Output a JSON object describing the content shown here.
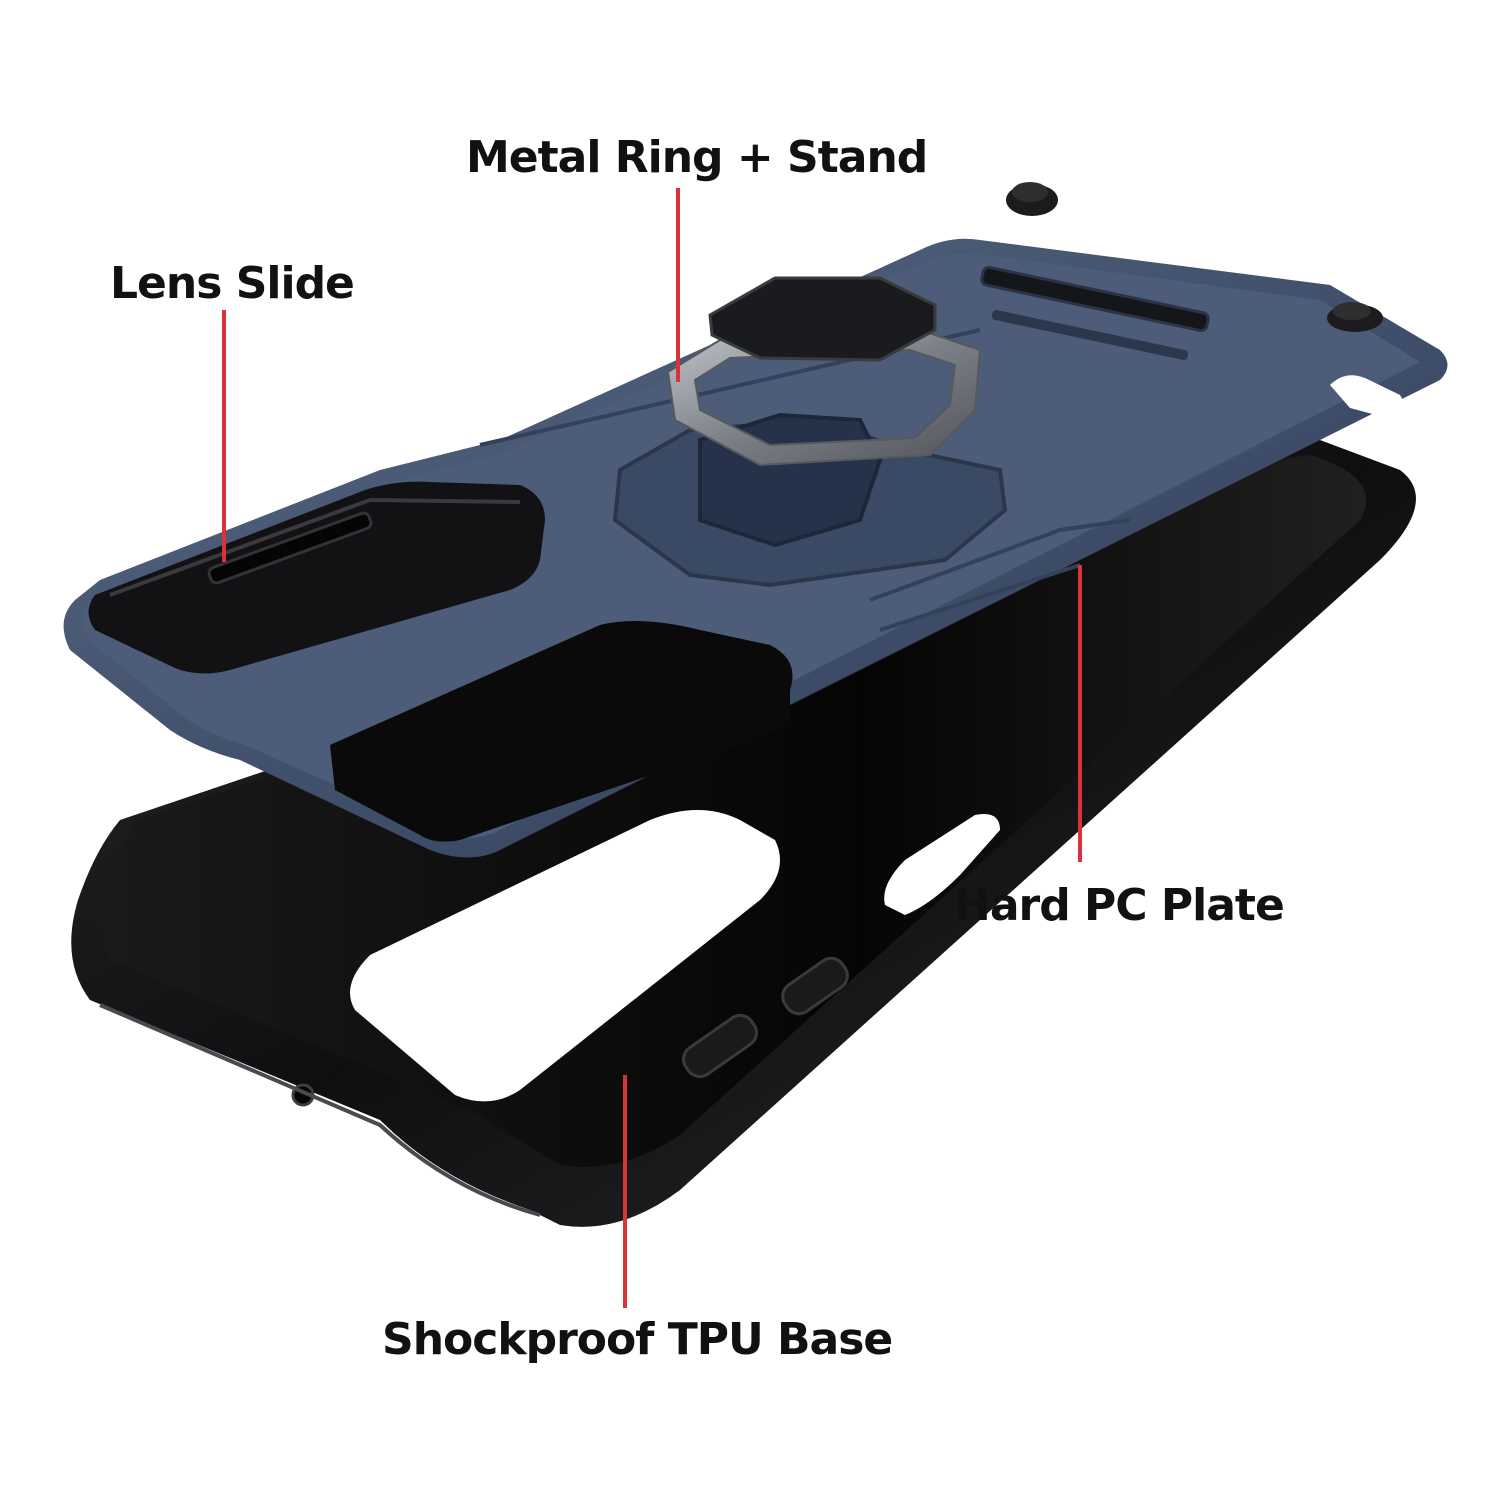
{
  "labels": {
    "metal_ring": "Metal Ring + Stand",
    "lens_slide": "Lens Slide",
    "hard_plate": "Hard PC Plate",
    "tpu_base": "Shockproof TPU Base"
  },
  "colors": {
    "leader_line": "#d9323b",
    "plate": "#3f4f6b",
    "tpu": "#1b1b1d",
    "ring": "#8a8d92",
    "label_text": "#111111"
  }
}
